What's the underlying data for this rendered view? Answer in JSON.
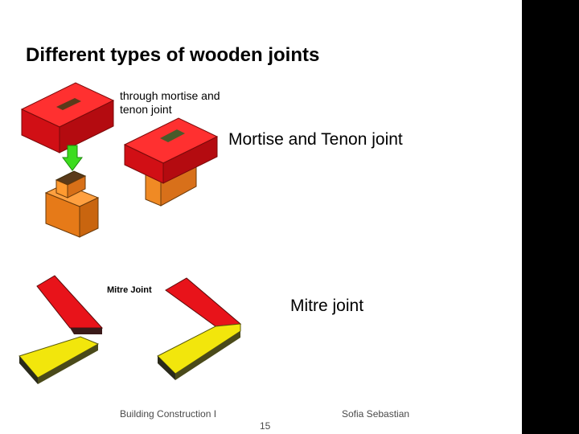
{
  "slide": {
    "title": "Different types of wooden joints",
    "caption_line1": "through mortise and",
    "caption_line2": "tenon joint",
    "mortise_label": "Mortise and Tenon joint",
    "mitre_small_label": "Mitre Joint",
    "mitre_label": "Mitre joint",
    "footer_left": "Building Construction I",
    "footer_right": "Sofia Sebastian",
    "page_number": "15"
  },
  "colors": {
    "red": "#e8131a",
    "orange": "#f08a24",
    "yellow": "#f2e60c",
    "green": "#3cdc1e",
    "side_bar": "#000000"
  },
  "icons": {
    "arrow": "green-down-arrow-icon"
  }
}
